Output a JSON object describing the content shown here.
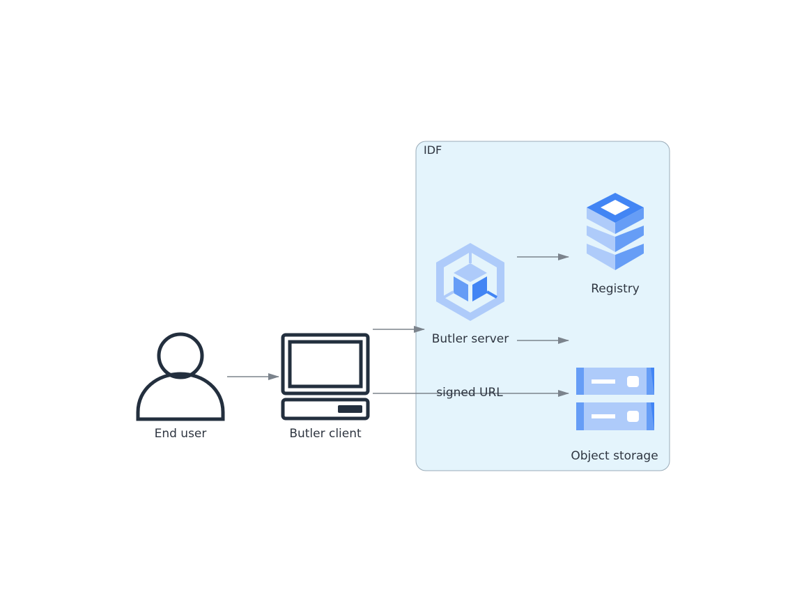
{
  "cluster": {
    "label": "IDF"
  },
  "nodes": {
    "end_user": {
      "label": "End user",
      "icon": "user-icon"
    },
    "butler_client": {
      "label": "Butler client",
      "icon": "computer-icon"
    },
    "butler_server": {
      "label": "Butler server",
      "icon": "kubernetes-engine-icon"
    },
    "registry": {
      "label": "Registry",
      "icon": "database-stack-icon"
    },
    "object_storage": {
      "label": "Object storage",
      "icon": "storage-server-icon"
    }
  },
  "edges": {
    "signed_url_label": "signed URL"
  },
  "colors": {
    "cluster_fill": "#e4f4fc",
    "cluster_border": "#9aabb8",
    "edge": "#7b838c",
    "dark_icon": "#232f3e",
    "gcp_light": "#aecbfa",
    "gcp_mid": "#669df6",
    "gcp_dark": "#4285f4",
    "text": "#2e3540"
  }
}
